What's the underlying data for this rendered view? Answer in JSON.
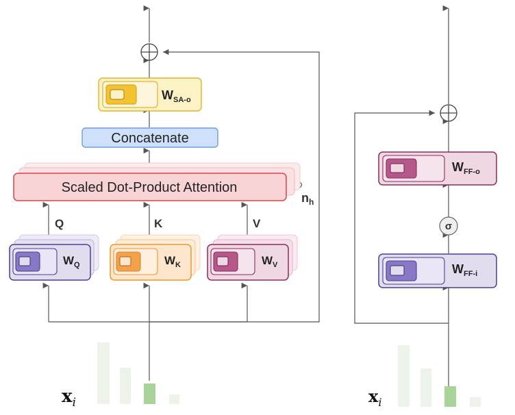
{
  "attention_block": {
    "output_proj": {
      "main": "W",
      "sub": "SA-o"
    },
    "concat_label": "Concatenate",
    "attention_label": "Scaled Dot-Product Attention",
    "heads": {
      "main": "n",
      "sub": "h"
    },
    "q_label": "Q",
    "k_label": "K",
    "v_label": "V",
    "wq": {
      "main": "W",
      "sub": "Q"
    },
    "wk": {
      "main": "W",
      "sub": "K"
    },
    "wv": {
      "main": "W",
      "sub": "V"
    },
    "input": {
      "main": "x",
      "sub": "i"
    },
    "input_bars": [
      0.9,
      0.53,
      0.3,
      0.14
    ]
  },
  "ffn_block": {
    "out_proj": {
      "main": "W",
      "sub": "FF-o"
    },
    "activation": "σ",
    "in_proj": {
      "main": "W",
      "sub": "FF-i"
    },
    "input": {
      "main": "x",
      "sub": "i"
    },
    "input_bars": [
      0.9,
      0.56,
      0.3,
      0.14
    ]
  },
  "colors": {
    "yellow_fill": "#fdf2c6",
    "yellow_stroke": "#e0b529",
    "yellow_inner": "#f2c230",
    "blue_fill": "#cfe0fb",
    "blue_stroke": "#6b9ce8",
    "red_fill": "#f8d3d5",
    "red_stroke": "#d9434b",
    "purple_fill": "#e2dcef",
    "purple_stroke": "#4d3f8f",
    "purple_inner": "#8878c5",
    "orange_fill": "#fde6cc",
    "orange_stroke": "#e69a32",
    "orange_inner": "#f3a24a",
    "pink_fill": "#f0d8e3",
    "pink_stroke": "#8a2c60",
    "pink_inner": "#b7588a",
    "bar_highlight": "#a8d49a",
    "bar_muted": "#eef3ea",
    "line": "#555555"
  }
}
